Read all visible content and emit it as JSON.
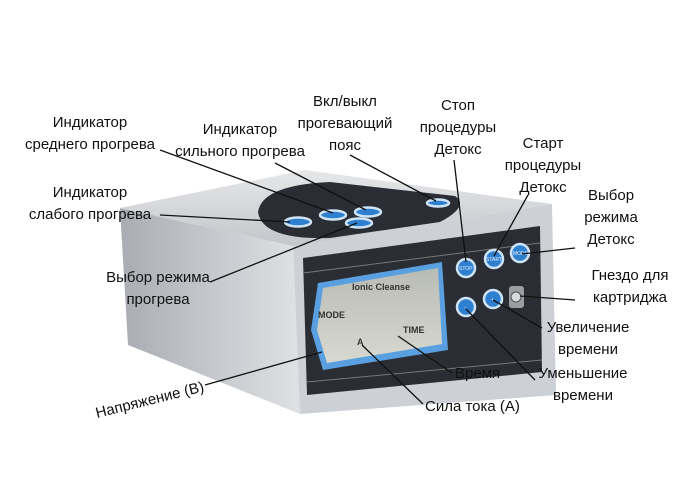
{
  "device": {
    "lcd_title": "Ionic Cleanse",
    "lcd_mode": "MODE",
    "lcd_time": "TIME",
    "lcd_amp": "A",
    "buttons": [
      "STOP",
      "START",
      "MODE",
      "−",
      "+"
    ],
    "colors": {
      "body": "#c9ccd1",
      "panel": "#2a2d33",
      "button": "#2f7fd0",
      "lcd": "#c8cbc2",
      "lcd_border": "#5aa0e0"
    }
  },
  "labels": {
    "mid_heat": [
      "Индикатор",
      "среднего прогрева"
    ],
    "strong_heat": [
      "Индикатор",
      "сильного прогрева"
    ],
    "belt": [
      "Вкл/выкл",
      "прогевающий",
      "пояс"
    ],
    "stop": [
      "Стоп",
      "процедуры",
      "Детокс"
    ],
    "start": [
      "Старт",
      "процедуры",
      "Детокс"
    ],
    "mode": [
      "Выбор",
      "режима",
      "Детокс"
    ],
    "socket": [
      "Гнездо для",
      "картриджа"
    ],
    "inc": [
      "Увеличение",
      "времени"
    ],
    "dec": [
      "Уменьшение",
      "времени"
    ],
    "time": [
      "Время"
    ],
    "current": [
      "Сила тока (А)"
    ],
    "voltage": [
      "Напряжение (В)"
    ],
    "weak_heat": [
      "Индикатор",
      "слабого прогрева"
    ],
    "heat_mode": [
      "Выбор режима",
      "прогрева"
    ]
  }
}
